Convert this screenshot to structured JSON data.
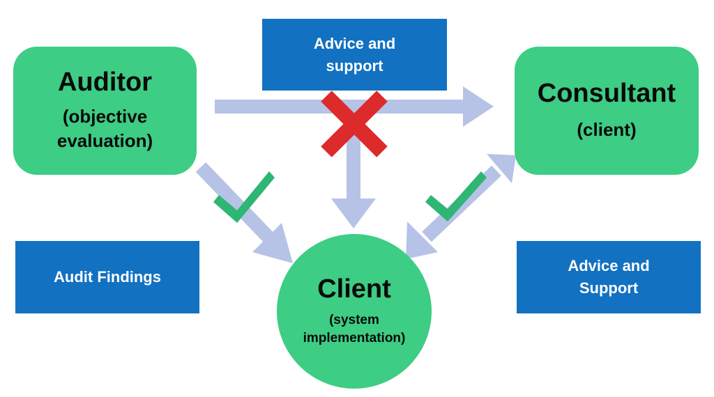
{
  "nodes": {
    "auditor": {
      "title": "Auditor",
      "subtitle_line1": "(objective",
      "subtitle_line2": "evaluation)"
    },
    "consultant": {
      "title": "Consultant",
      "subtitle": "(client)"
    },
    "client": {
      "title": "Client",
      "subtitle_line1": "(system",
      "subtitle_line2": "implementation)"
    }
  },
  "labels": {
    "advice_support_top": {
      "line1": "Advice and",
      "line2": "support"
    },
    "audit_findings": "Audit Findings",
    "advice_support_right": {
      "line1": "Advice and",
      "line2": "Support"
    }
  },
  "markers": {
    "auditor_to_consultant": "cross-mark-icon",
    "auditor_to_client": "check-mark-icon",
    "consultant_to_client": "check-mark-icon"
  },
  "colors": {
    "node_fill": "#3dcd84",
    "label_fill": "#1271c1",
    "arrow": "#b6c3e6",
    "cross": "#dd2a2a",
    "check": "#2fb574"
  }
}
